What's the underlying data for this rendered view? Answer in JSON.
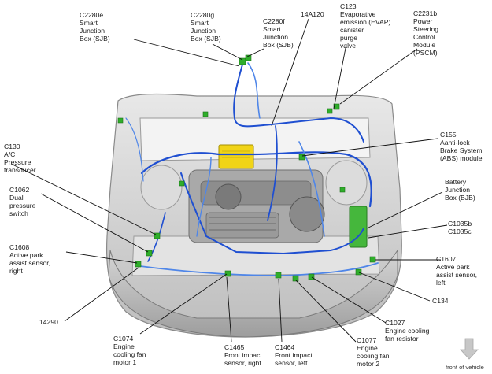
{
  "colors": {
    "harness": "#1f4fd1",
    "harness_light": "#4f86e8",
    "connector": "#2fae2a",
    "module_yellow": "#f1d417",
    "vehicle_gray": "#c9c9c9",
    "leader": "#111111"
  },
  "labels": [
    {
      "id": "c2280e",
      "lines": [
        "C2280e",
        "Smart",
        "Junction",
        "Box (SJB)"
      ]
    },
    {
      "id": "c2280g",
      "lines": [
        "C2280g",
        "Smart",
        "Junction",
        "Box (SJB)"
      ]
    },
    {
      "id": "c2280f",
      "lines": [
        "C2280f",
        "Smart",
        "Junction",
        "Box (SJB)"
      ]
    },
    {
      "id": "14a120",
      "lines": [
        "14A120"
      ]
    },
    {
      "id": "c123",
      "lines": [
        "C123",
        "Evaporative",
        "emission (EVAP)",
        "canister",
        "purge",
        "valve"
      ]
    },
    {
      "id": "c2231b",
      "lines": [
        "C2231b",
        "Power",
        "Steering",
        "Control",
        "Module",
        "(PSCM)"
      ]
    },
    {
      "id": "c130",
      "lines": [
        "C130",
        "A/C",
        "Pressure",
        "transducer"
      ]
    },
    {
      "id": "c155",
      "lines": [
        "C155",
        "Aanti-lock",
        "Brake System",
        "(ABS) module"
      ]
    },
    {
      "id": "c1062",
      "lines": [
        "C1062",
        "Dual",
        "pressure",
        "switch"
      ]
    },
    {
      "id": "bjb",
      "lines": [
        "Battery",
        "Junction",
        "Box (BJB)"
      ]
    },
    {
      "id": "c1035",
      "lines": [
        "C1035b",
        "C1035c"
      ]
    },
    {
      "id": "c1608",
      "lines": [
        "C1608",
        "Active park",
        "assist sensor,",
        "right"
      ]
    },
    {
      "id": "c1607",
      "lines": [
        "C1607",
        "Active park",
        "assist sensor,",
        "left"
      ]
    },
    {
      "id": "c134",
      "lines": [
        "C134"
      ]
    },
    {
      "id": "14290",
      "lines": [
        "14290"
      ]
    },
    {
      "id": "c1027",
      "lines": [
        "C1027",
        "Engine cooling",
        "fan resistor"
      ]
    },
    {
      "id": "c1074",
      "lines": [
        "C1074",
        "Engine",
        "cooling fan",
        "motor 1"
      ]
    },
    {
      "id": "c1465",
      "lines": [
        "C1465",
        "Front impact",
        "sensor, right"
      ]
    },
    {
      "id": "c1464",
      "lines": [
        "C1464",
        "Front impact",
        "sensor, left"
      ]
    },
    {
      "id": "c1077",
      "lines": [
        "C1077",
        "Engine",
        "cooling fan",
        "motor 2"
      ]
    }
  ],
  "orientation": {
    "text": "front of vehicle",
    "icon": "down-arrow-icon"
  }
}
